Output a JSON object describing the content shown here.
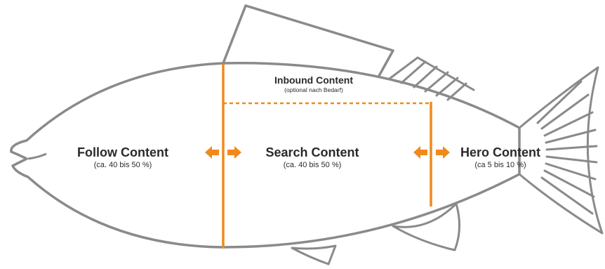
{
  "diagram": {
    "sections": [
      {
        "key": "follow",
        "title": "Follow Content",
        "subtitle": "(ca. 40 bis 50 %)"
      },
      {
        "key": "search",
        "title": "Search Content",
        "subtitle": "(ca. 40 bis 50 %)"
      },
      {
        "key": "hero",
        "title": "Hero Content",
        "subtitle": "(ca 5 bis 10 %)"
      }
    ],
    "inbound": {
      "title": "Inbound Content",
      "subtitle": "(optional nach Bedarf)"
    },
    "colors": {
      "outline": "#8a8a8a",
      "accent": "#f08a1c",
      "text": "#2a2a2a"
    }
  }
}
